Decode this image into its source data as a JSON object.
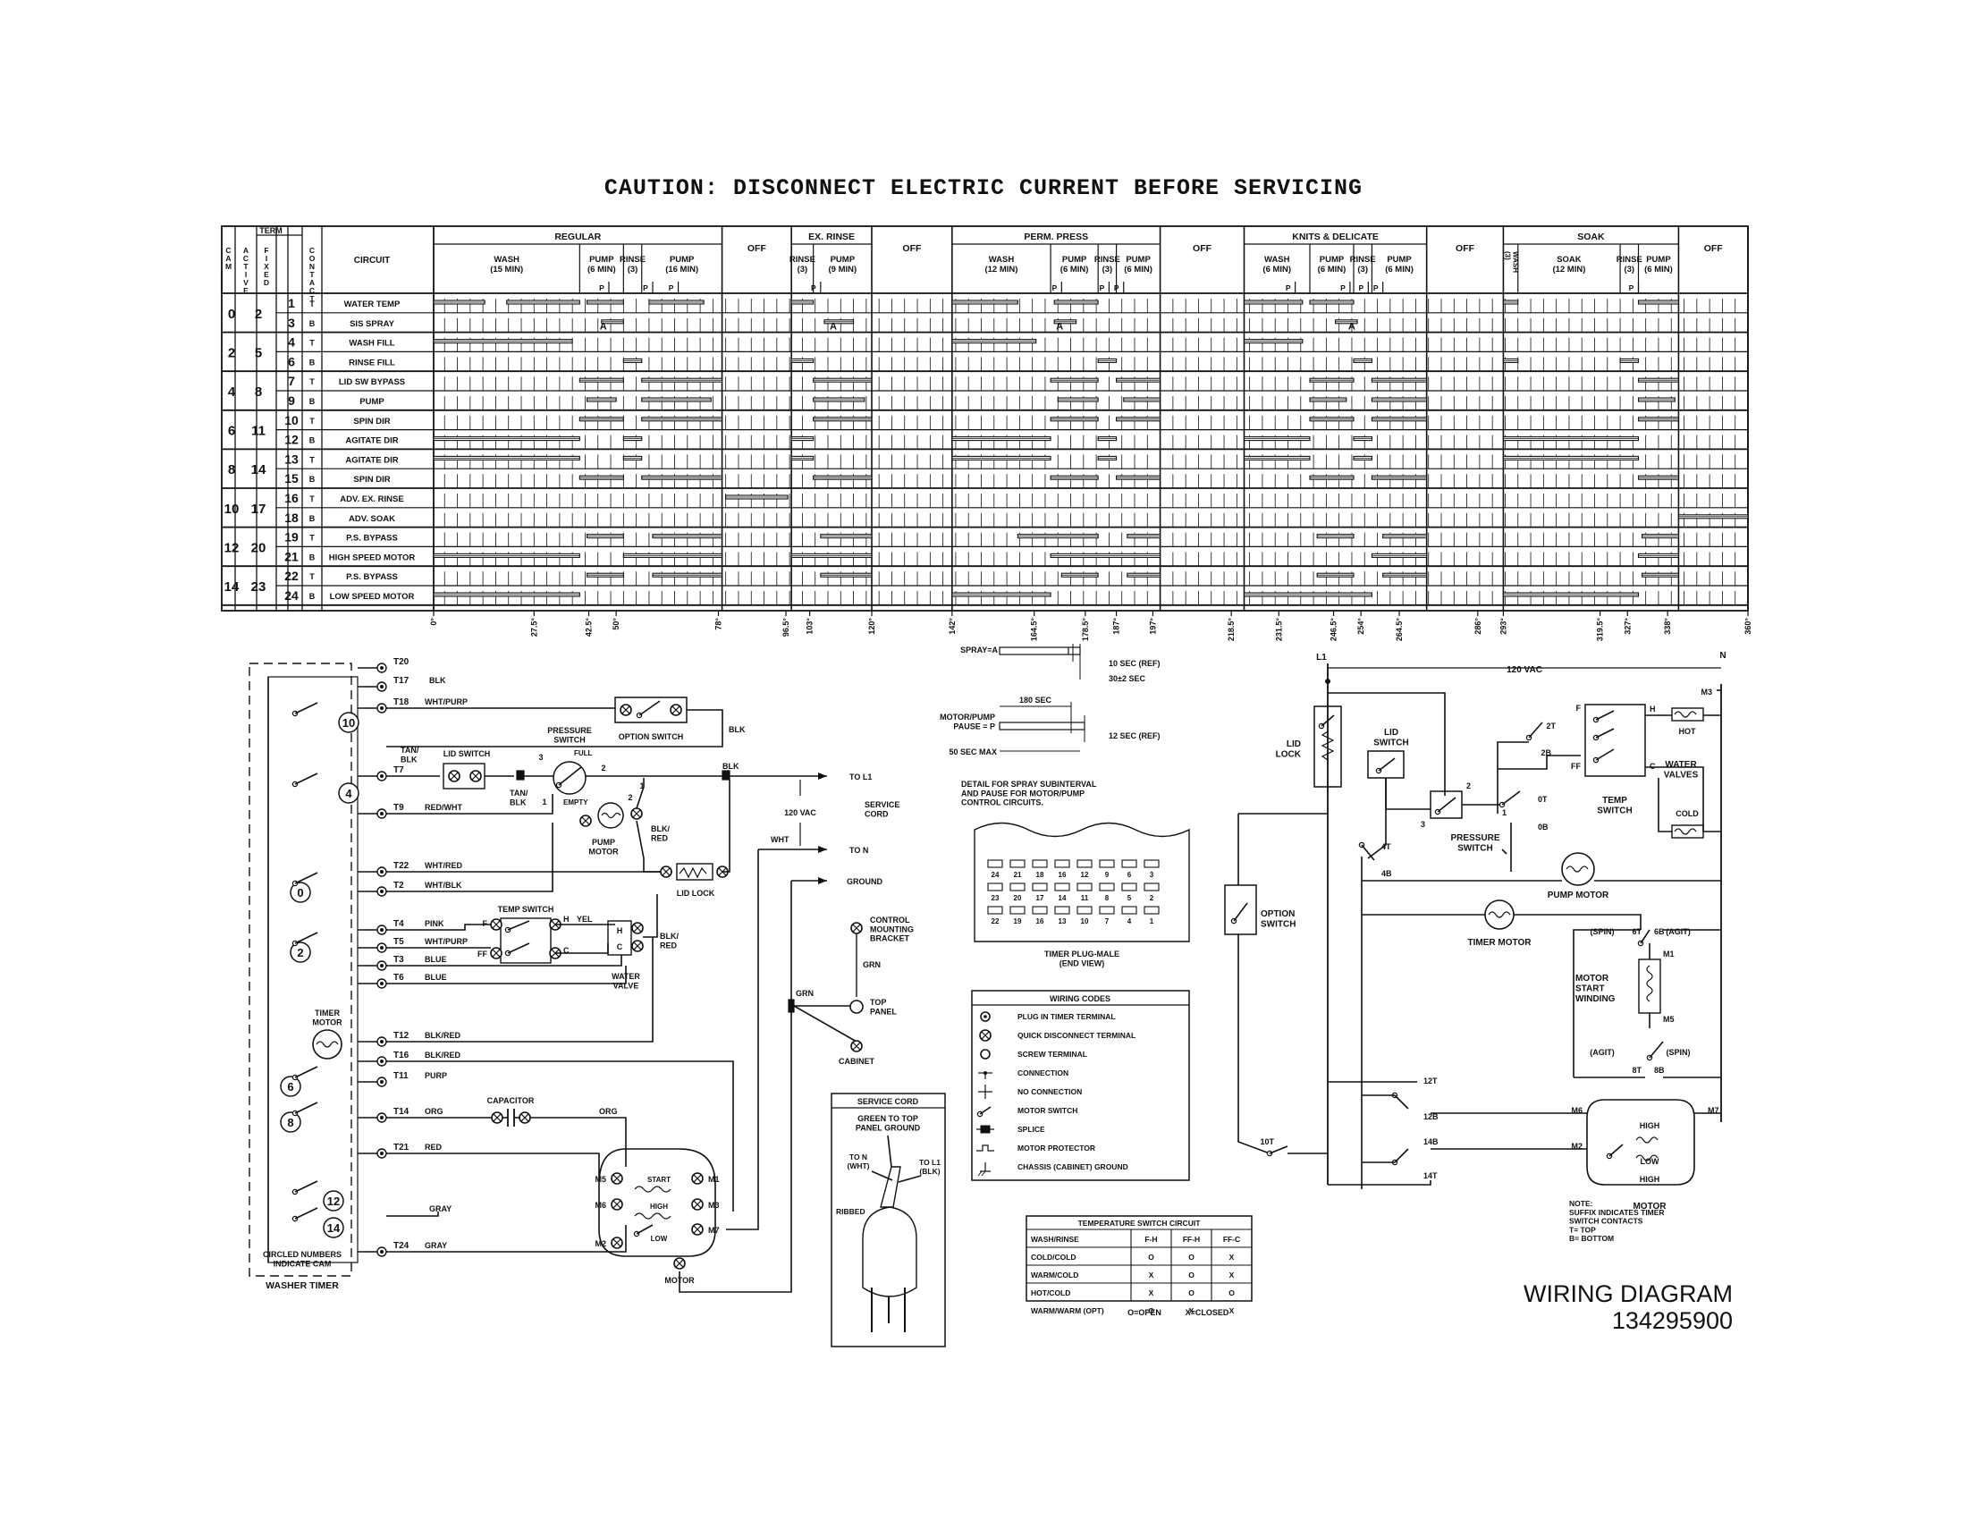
{
  "caution": "CAUTION: DISCONNECT ELECTRIC CURRENT BEFORE SERVICING",
  "timer_chart": {
    "header": {
      "term": "TERM",
      "cam": "CAM",
      "active": "ACTIVE",
      "fixed": "FIXED",
      "contact": "CONTACT",
      "circuit": "CIRCUIT"
    },
    "cycles": [
      {
        "name": "REGULAR",
        "start": 0,
        "end": 79,
        "subs": [
          {
            "label": "WASH\n(15 MIN)",
            "start": 0,
            "end": 40
          },
          {
            "label": "PUMP\n(6 MIN)",
            "start": 40,
            "end": 52
          },
          {
            "label": "RINSE\n(3)",
            "start": 52,
            "end": 57
          },
          {
            "label": "PUMP\n(16 MIN)",
            "start": 57,
            "end": 79
          }
        ]
      },
      {
        "name": "OFF",
        "start": 79,
        "end": 98,
        "subs": []
      },
      {
        "name": "EX. RINSE",
        "start": 98,
        "end": 120,
        "subs": [
          {
            "label": "RINSE\n(3)",
            "start": 98,
            "end": 104
          },
          {
            "label": "PUMP\n(9 MIN)",
            "start": 104,
            "end": 120
          }
        ]
      },
      {
        "name": "OFF",
        "start": 120,
        "end": 142,
        "subs": []
      },
      {
        "name": "PERM. PRESS",
        "start": 142,
        "end": 199,
        "subs": [
          {
            "label": "WASH\n(12 MIN)",
            "start": 142,
            "end": 169
          },
          {
            "label": "PUMP\n(6 MIN)",
            "start": 169,
            "end": 182
          },
          {
            "label": "RINSE\n(3)",
            "start": 182,
            "end": 187
          },
          {
            "label": "PUMP\n(6 MIN)",
            "start": 187,
            "end": 199
          }
        ]
      },
      {
        "name": "OFF",
        "start": 199,
        "end": 222,
        "subs": []
      },
      {
        "name": "KNITS & DELICATE",
        "start": 222,
        "end": 272,
        "subs": [
          {
            "label": "WASH\n(6 MIN)",
            "start": 222,
            "end": 240
          },
          {
            "label": "PUMP\n(6 MIN)",
            "start": 240,
            "end": 252
          },
          {
            "label": "RINSE\n(3)",
            "start": 252,
            "end": 257
          },
          {
            "label": "PUMP\n(6 MIN)",
            "start": 257,
            "end": 272
          }
        ]
      },
      {
        "name": "OFF",
        "start": 272,
        "end": 293,
        "subs": []
      },
      {
        "name": "SOAK",
        "start": 293,
        "end": 341,
        "subs": [
          {
            "label": "WASH\n(3)",
            "start": 293,
            "end": 297
          },
          {
            "label": "SOAK\n(12 MIN)",
            "start": 297,
            "end": 325
          },
          {
            "label": "RINSE\n(3)",
            "start": 325,
            "end": 330
          },
          {
            "label": "PUMP\n(6 MIN)",
            "start": 330,
            "end": 341
          }
        ]
      },
      {
        "name": "OFF",
        "start": 341,
        "end": 360,
        "subs": []
      }
    ],
    "p_marks": [
      48,
      60,
      67,
      106,
      172,
      185,
      189,
      236,
      251,
      256,
      260,
      330
    ],
    "a_marks": [
      45,
      108,
      170,
      250
    ],
    "rows": [
      {
        "cam": "0",
        "active": "2",
        "fixed": "1",
        "contact": "T",
        "circuit": "WATER TEMP"
      },
      {
        "fixed": "3",
        "contact": "B",
        "circuit": "SIS SPRAY"
      },
      {
        "cam": "2",
        "active": "5",
        "fixed": "4",
        "contact": "T",
        "circuit": "WASH FILL"
      },
      {
        "fixed": "6",
        "contact": "B",
        "circuit": "RINSE FILL"
      },
      {
        "cam": "4",
        "active": "8",
        "fixed": "7",
        "contact": "T",
        "circuit": "LID SW BYPASS"
      },
      {
        "fixed": "9",
        "contact": "B",
        "circuit": "PUMP"
      },
      {
        "cam": "6",
        "active": "11",
        "fixed": "10",
        "contact": "T",
        "circuit": "SPIN DIR"
      },
      {
        "fixed": "12",
        "contact": "B",
        "circuit": "AGITATE DIR"
      },
      {
        "cam": "8",
        "active": "14",
        "fixed": "13",
        "contact": "T",
        "circuit": "AGITATE DIR"
      },
      {
        "fixed": "15",
        "contact": "B",
        "circuit": "SPIN DIR"
      },
      {
        "cam": "10",
        "active": "17",
        "fixed": "16",
        "contact": "T",
        "circuit": "ADV. EX. RINSE"
      },
      {
        "fixed": "18",
        "contact": "B",
        "circuit": "ADV. SOAK"
      },
      {
        "cam": "12",
        "active": "20",
        "fixed": "19",
        "contact": "T",
        "circuit": "P.S. BYPASS"
      },
      {
        "fixed": "21",
        "contact": "B",
        "circuit": "HIGH SPEED MOTOR"
      },
      {
        "cam": "14",
        "active": "23",
        "fixed": "22",
        "contact": "T",
        "circuit": "P.S. BYPASS"
      },
      {
        "fixed": "24",
        "contact": "B",
        "circuit": "LOW SPEED MOTOR"
      }
    ],
    "row_bars": [
      [
        [
          0,
          14
        ],
        [
          20,
          40
        ],
        [
          42,
          52
        ],
        [
          59,
          74
        ],
        [
          98,
          104
        ],
        [
          142,
          160
        ],
        [
          170,
          182
        ],
        [
          222,
          238
        ],
        [
          240,
          252
        ],
        [
          293,
          297
        ],
        [
          330,
          341
        ]
      ],
      [
        [
          46,
          52
        ],
        [
          107,
          115
        ],
        [
          170,
          176
        ],
        [
          247,
          253
        ]
      ],
      [
        [
          0,
          38
        ],
        [
          142,
          165
        ],
        [
          222,
          238
        ]
      ],
      [
        [
          52,
          57
        ],
        [
          98,
          104
        ],
        [
          182,
          187
        ],
        [
          252,
          257
        ],
        [
          293,
          297
        ],
        [
          325,
          330
        ]
      ],
      [
        [
          40,
          52
        ],
        [
          57,
          79
        ],
        [
          104,
          120
        ],
        [
          169,
          182
        ],
        [
          187,
          199
        ],
        [
          240,
          252
        ],
        [
          257,
          272
        ],
        [
          330,
          341
        ]
      ],
      [
        [
          42,
          50
        ],
        [
          57,
          76
        ],
        [
          104,
          118
        ],
        [
          171,
          182
        ],
        [
          189,
          199
        ],
        [
          240,
          250
        ],
        [
          257,
          272
        ],
        [
          330,
          340
        ]
      ],
      [
        [
          40,
          52
        ],
        [
          57,
          79
        ],
        [
          104,
          120
        ],
        [
          169,
          182
        ],
        [
          187,
          199
        ],
        [
          240,
          252
        ],
        [
          257,
          272
        ],
        [
          330,
          341
        ]
      ],
      [
        [
          0,
          40
        ],
        [
          52,
          57
        ],
        [
          98,
          104
        ],
        [
          142,
          169
        ],
        [
          182,
          187
        ],
        [
          222,
          240
        ],
        [
          252,
          257
        ],
        [
          293,
          330
        ]
      ],
      [
        [
          0,
          40
        ],
        [
          52,
          57
        ],
        [
          98,
          104
        ],
        [
          142,
          169
        ],
        [
          182,
          187
        ],
        [
          222,
          240
        ],
        [
          252,
          257
        ],
        [
          293,
          330
        ]
      ],
      [
        [
          40,
          52
        ],
        [
          57,
          79
        ],
        [
          104,
          120
        ],
        [
          169,
          182
        ],
        [
          187,
          199
        ],
        [
          240,
          252
        ],
        [
          257,
          272
        ],
        [
          330,
          341
        ]
      ],
      [
        [
          80,
          97
        ]
      ],
      [
        [
          341,
          360
        ]
      ],
      [
        [
          42,
          52
        ],
        [
          60,
          79
        ],
        [
          106,
          120
        ],
        [
          160,
          182
        ],
        [
          190,
          199
        ],
        [
          242,
          252
        ],
        [
          260,
          272
        ],
        [
          331,
          341
        ]
      ],
      [
        [
          0,
          40
        ],
        [
          52,
          79
        ],
        [
          98,
          120
        ],
        [
          169,
          199
        ],
        [
          257,
          272
        ],
        [
          330,
          341
        ]
      ],
      [
        [
          42,
          52
        ],
        [
          60,
          79
        ],
        [
          106,
          120
        ],
        [
          172,
          182
        ],
        [
          190,
          199
        ],
        [
          242,
          252
        ],
        [
          260,
          272
        ],
        [
          331,
          341
        ]
      ],
      [
        [
          0,
          40
        ],
        [
          142,
          169
        ],
        [
          222,
          257
        ],
        [
          293,
          330
        ]
      ]
    ],
    "ticks": [
      {
        "v": 0,
        "label": "0°"
      },
      {
        "v": 27.5,
        "label": "27.5°"
      },
      {
        "v": 42.5,
        "label": "42.5°"
      },
      {
        "v": 50,
        "label": "50°"
      },
      {
        "v": 78,
        "label": "78°"
      },
      {
        "v": 96.5,
        "label": "96.5°"
      },
      {
        "v": 103,
        "label": "103°"
      },
      {
        "v": 120,
        "label": "120°"
      },
      {
        "v": 142,
        "label": "142°"
      },
      {
        "v": 164.5,
        "label": "164.5°"
      },
      {
        "v": 178.5,
        "label": "178.5°"
      },
      {
        "v": 187,
        "label": "187°"
      },
      {
        "v": 197,
        "label": "197°"
      },
      {
        "v": 218.5,
        "label": "218.5°"
      },
      {
        "v": 231.5,
        "label": "231.5°"
      },
      {
        "v": 246.5,
        "label": "246.5°"
      },
      {
        "v": 254,
        "label": "254°"
      },
      {
        "v": 264.5,
        "label": "264.5°"
      },
      {
        "v": 286,
        "label": "286°"
      },
      {
        "v": 293,
        "label": "293°"
      },
      {
        "v": 319.5,
        "label": "319.5°"
      },
      {
        "v": 327,
        "label": "327°"
      },
      {
        "v": 338,
        "label": "338°"
      },
      {
        "v": 360,
        "label": "360°"
      }
    ]
  },
  "timer_schematic": {
    "terminals": [
      {
        "id": "T20",
        "wire": ""
      },
      {
        "id": "T17",
        "wire": "BLK"
      },
      {
        "id": "T18",
        "wire": "WHT/PURP"
      },
      {
        "id": "T7",
        "wire": ""
      },
      {
        "id": "T9",
        "wire": "RED/WHT"
      },
      {
        "id": "T22",
        "wire": "WHT/RED"
      },
      {
        "id": "T2",
        "wire": "WHT/BLK"
      },
      {
        "id": "T4",
        "wire": "PINK"
      },
      {
        "id": "T5",
        "wire": "WHT/PURP"
      },
      {
        "id": "T3",
        "wire": "BLUE"
      },
      {
        "id": "T6",
        "wire": "BLUE"
      },
      {
        "id": "T12",
        "wire": "BLK/RED"
      },
      {
        "id": "T16",
        "wire": "BLK/RED"
      },
      {
        "id": "T11",
        "wire": "PURP"
      },
      {
        "id": "T14",
        "wire": "ORG"
      },
      {
        "id": "T21",
        "wire": "RED"
      },
      {
        "id": "T24",
        "wire": "GRAY"
      }
    ],
    "cams": [
      "10",
      "4",
      "0",
      "2",
      "6",
      "8",
      "12",
      "14"
    ],
    "timer_motor": "TIMER\nMOTOR",
    "circled_note": "CIRCLED NUMBERS\nINDICATE CAM",
    "washer_timer": "WASHER TIMER",
    "option_switch": "OPTION SWITCH",
    "lid_switch": "LID SWITCH",
    "tan_blk": "TAN/\nBLK",
    "tan_blk2": "TAN/\nBLK",
    "pressure_switch": "PRESSURE\nSWITCH",
    "full": "FULL",
    "empty": "EMPTY",
    "blk": "BLK",
    "blk2": "BLK",
    "to_l1": "TO L1",
    "to_n": "TO N",
    "ground": "GROUND",
    "vac": "120 VAC",
    "service_cord": "SERVICE\nCORD",
    "wht": "WHT",
    "pump_motor": "PUMP\nMOTOR",
    "blk_red": "BLK/\nRED",
    "blk_red2": "BLK/\nRED",
    "lid_lock": "LID LOCK",
    "temp_switch": "TEMP SWITCH",
    "yel": "YEL",
    "water_valve": "WATER\nVALVE",
    "control_bracket": "CONTROL\nMOUNTING\nBRACKET",
    "grn": "GRN",
    "grn2": "GRN",
    "top_panel": "TOP\nPANEL",
    "cabinet": "CABINET",
    "capacitor": "CAPACITOR",
    "org": "ORG",
    "motor": "MOTOR",
    "start": "START",
    "high": "HIGH",
    "low": "LOW",
    "motor_terms": [
      "M5",
      "M1",
      "M6",
      "M3",
      "M7",
      "M2"
    ],
    "sw_letters": [
      "F",
      "H",
      "FF",
      "C",
      "H",
      "C"
    ],
    "nums": [
      "3",
      "2",
      "1",
      "2",
      "1"
    ]
  },
  "spray_detail": {
    "spray": "SPRAY=A",
    "motor_pause": "MOTOR/PUMP\nPAUSE = P",
    "ref10": "10 SEC (REF)",
    "sec30": "30±2 SEC",
    "sec180": "180 SEC",
    "ref12": "12 SEC (REF)",
    "max50": "50 SEC MAX",
    "detail": "DETAIL FOR SPRAY SUBINTERVAL\nAND PAUSE FOR MOTOR/PUMP\nCONTROL CIRCUITS."
  },
  "timer_plug": {
    "top_row": [
      "24",
      "21",
      "18",
      "16",
      "12",
      "9",
      "6",
      "3"
    ],
    "mid_row": [
      "23",
      "20",
      "17",
      "14",
      "11",
      "8",
      "5",
      "2"
    ],
    "bot_row": [
      "22",
      "19",
      "16",
      "13",
      "10",
      "7",
      "4",
      "1"
    ],
    "caption": "TIMER PLUG-MALE\n(END VIEW)"
  },
  "wiring_codes": {
    "title": "WIRING CODES",
    "items": [
      "PLUG IN TIMER TERMINAL",
      "QUICK DISCONNECT TERMINAL",
      "SCREW TERMINAL",
      "CONNECTION",
      "NO CONNECTION",
      "MOTOR SWITCH",
      "SPLICE",
      "MOTOR PROTECTOR",
      "CHASSIS (CABINET) GROUND"
    ]
  },
  "service_cord_box": {
    "title": "SERVICE CORD",
    "green": "GREEN TO TOP\nPANEL GROUND",
    "to_n": "TO N\n(WHT)",
    "to_l1": "TO L1\n(BLK)",
    "ribbed": "RIBBED"
  },
  "temp_table": {
    "title": "TEMPERATURE SWITCH CIRCUIT",
    "headers": [
      "WASH/RINSE",
      "F-H",
      "FF-H",
      "FF-C"
    ],
    "rows": [
      [
        "COLD/COLD",
        "O",
        "O",
        "X"
      ],
      [
        "WARM/COLD",
        "X",
        "O",
        "X"
      ],
      [
        "HOT/COLD",
        "X",
        "O",
        "O"
      ],
      [
        "WARM/WARM (OPT)",
        "O",
        "X",
        "X"
      ]
    ],
    "legend": [
      "O=OPEN",
      "X=CLOSED"
    ]
  },
  "ladder": {
    "l1": "L1",
    "n": "N",
    "vac": "120 VAC",
    "lid_lock": "LID\nLOCK",
    "lid_switch": "LID\nSWITCH",
    "pressure_switch": "PRESSURE\nSWITCH",
    "temp_switch": "TEMP\nSWITCH",
    "water_valves": "WATER\nVALVES",
    "hot": "HOT",
    "cold": "COLD",
    "pump_motor": "PUMP MOTOR",
    "timer_motor": "TIMER MOTOR",
    "option_switch": "OPTION\nSWITCH",
    "spin": "(SPIN)",
    "agit": "(AGIT)",
    "motor_start": "MOTOR\nSTART\nWINDING",
    "motor": "MOTOR",
    "high": "HIGH",
    "low": "LOW",
    "contacts": [
      "2T",
      "2B",
      "0T",
      "0B",
      "4T",
      "4B",
      "12T",
      "12B",
      "14B",
      "14T",
      "10T",
      "6T",
      "6B",
      "8T",
      "8B"
    ],
    "motor_terms": [
      "M3",
      "M1",
      "M5",
      "M6",
      "M7",
      "M2"
    ],
    "ps_nums": [
      "2",
      "3",
      "1"
    ],
    "ts_letters": [
      "F",
      "H",
      "FF",
      "C"
    ],
    "note": "NOTE:\nSUFFIX INDICATES TIMER\nSWITCH CONTACTS\nT= TOP\nB= BOTTOM"
  },
  "title": {
    "line1": "WIRING DIAGRAM",
    "line2": "134295900"
  }
}
